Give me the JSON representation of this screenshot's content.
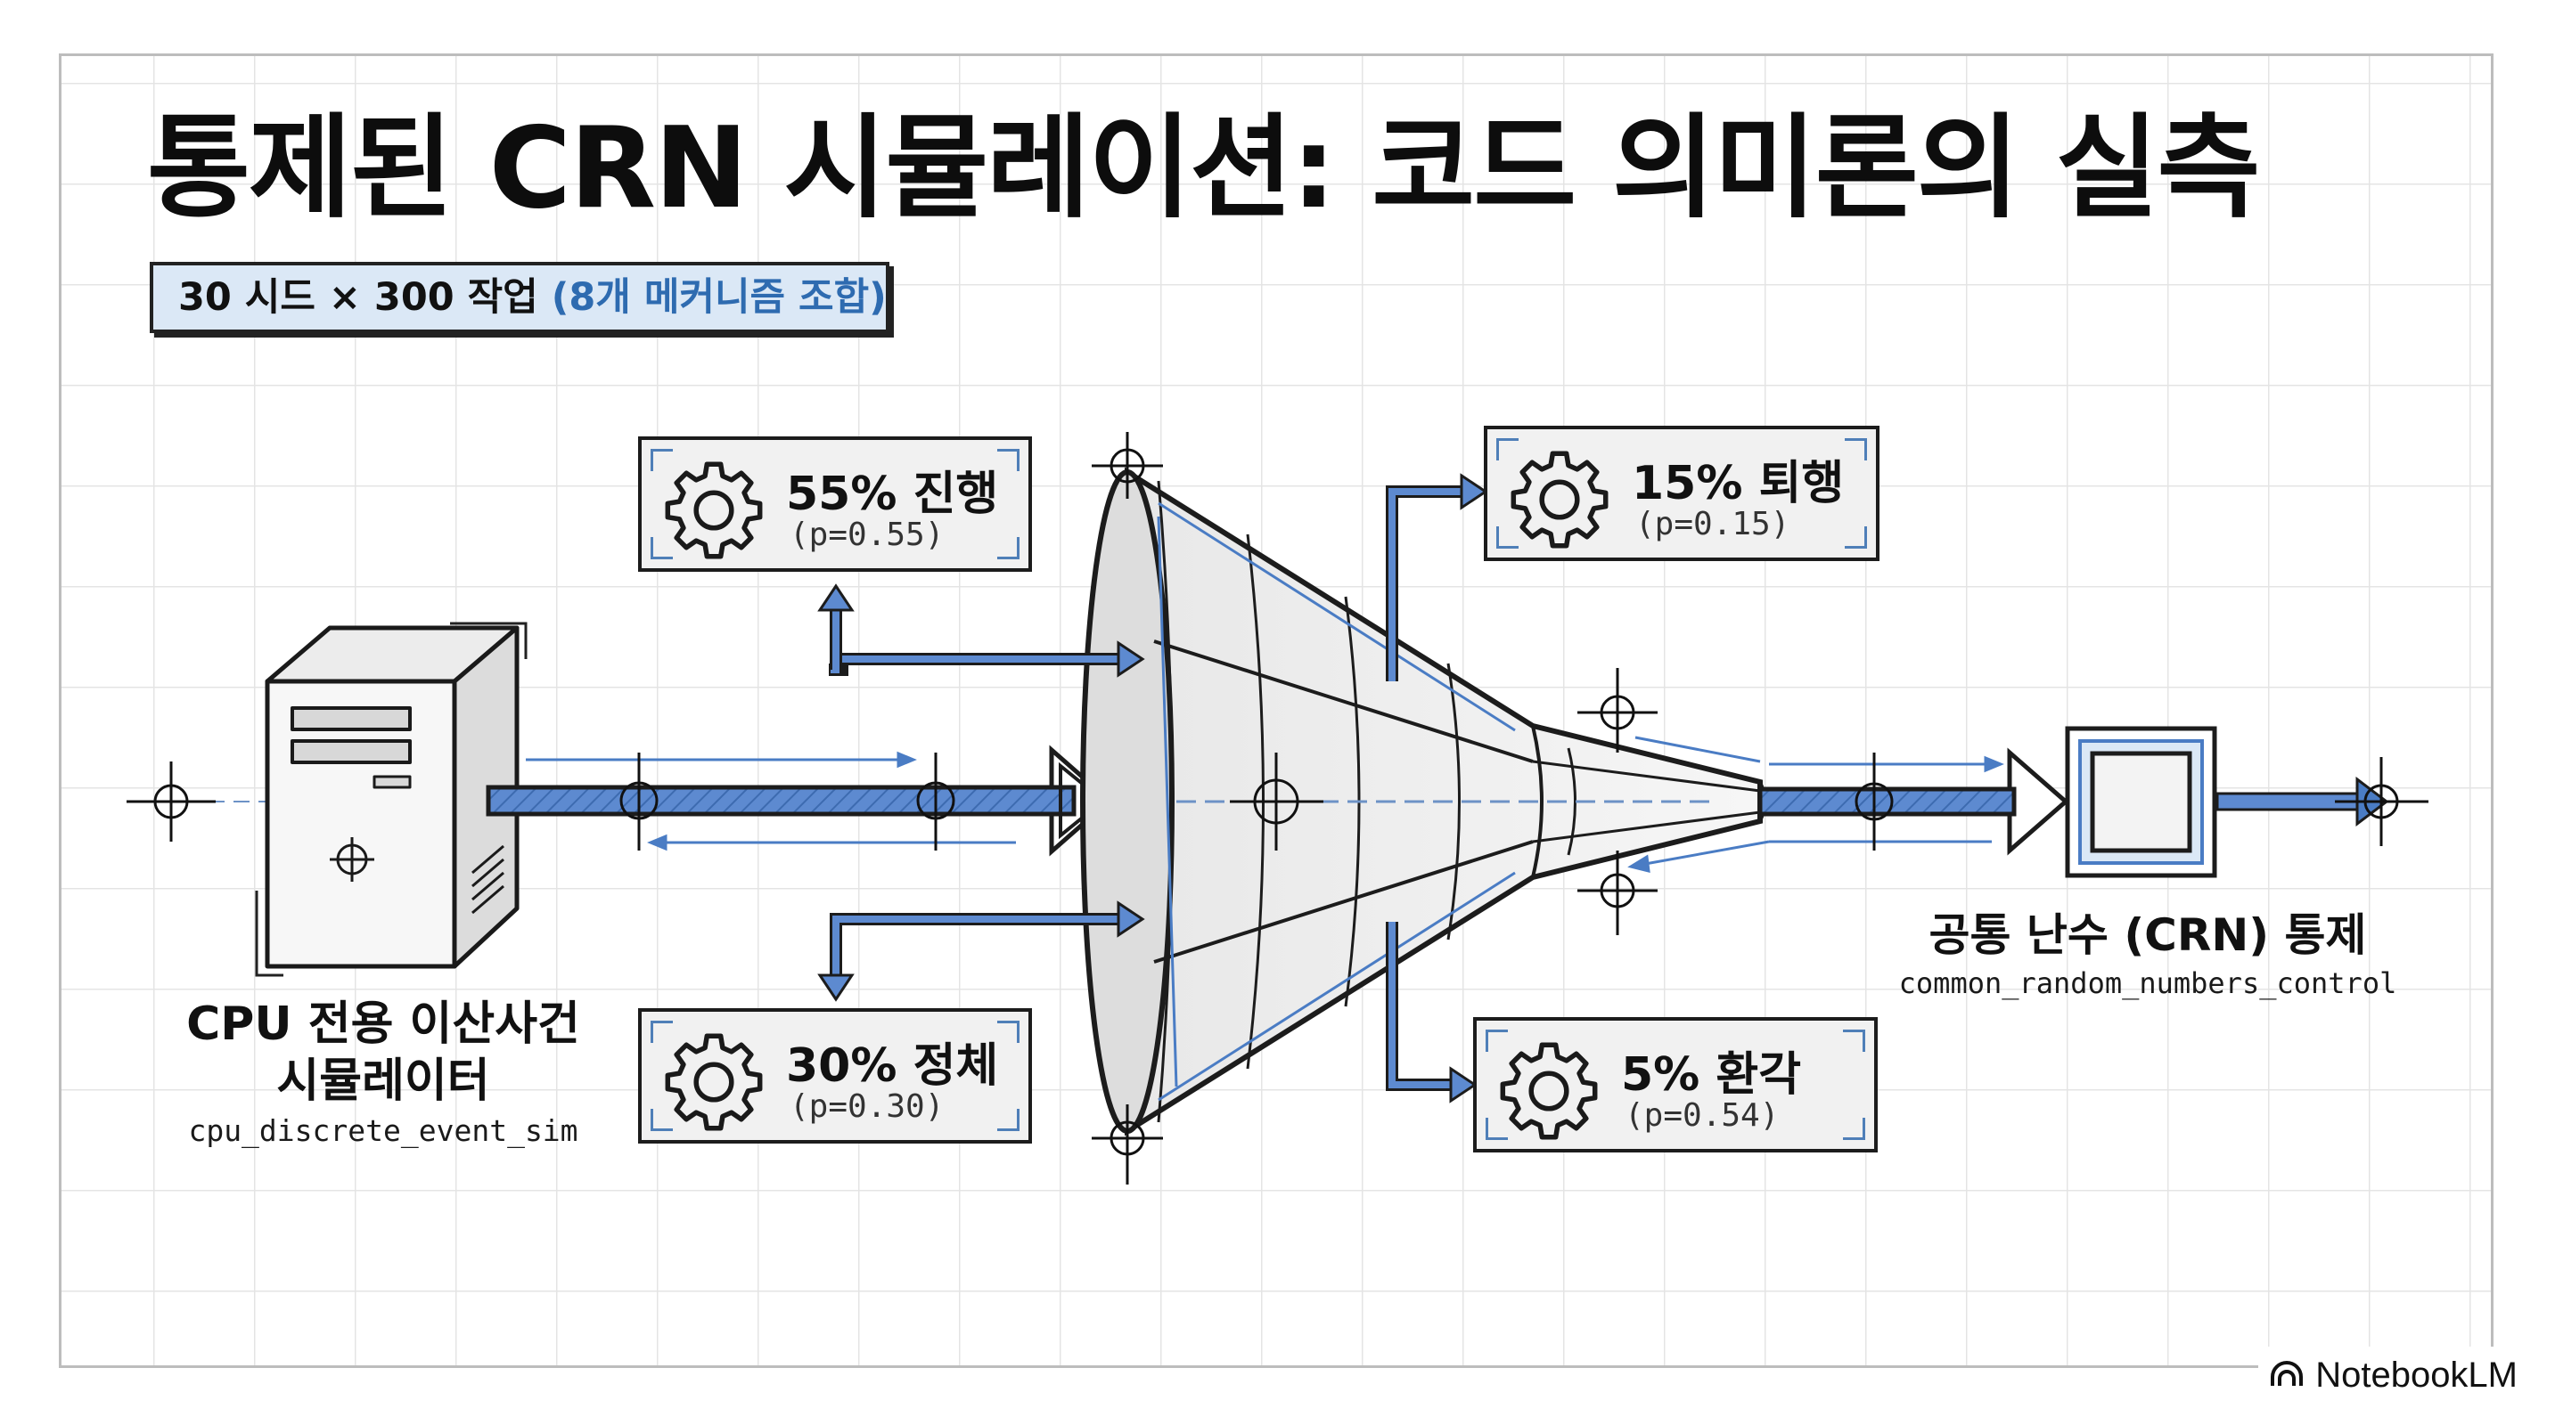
{
  "title": "통제된 CRN 시뮬레이션: 코드 의미론의 실측",
  "subtitle": {
    "main": "30 시드 × 300 작업",
    "accent": "(8개 메커니즘 조합)"
  },
  "source_node": {
    "label_line1": "CPU 전용 이산사건",
    "label_line2": "시뮬레이터",
    "code": "cpu_discrete_event_sim",
    "icon": "server-tower-icon"
  },
  "target_node": {
    "label": "공통 난수 (CRN) 통제",
    "code": "common_random_numbers_control",
    "icon": "square-filter-icon"
  },
  "mechanisms": [
    {
      "label": "55% 진행",
      "prob": "(p=0.55)",
      "icon": "gear-icon"
    },
    {
      "label": "30% 정체",
      "prob": "(p=0.30)",
      "icon": "gear-icon"
    },
    {
      "label": "15% 퇴행",
      "prob": "(p=0.15)",
      "icon": "gear-icon"
    },
    {
      "label": "5% 환각",
      "prob": "(p=0.54)",
      "icon": "gear-icon"
    }
  ],
  "colors": {
    "accent_blue": "#4a7cc4",
    "accent_dark": "#2e6bb0",
    "line": "#1c1c1c",
    "subtitle_bg": "#dbe8f6"
  },
  "brand": {
    "name": "NotebookLM",
    "icon": "notebooklm-logo-icon"
  }
}
